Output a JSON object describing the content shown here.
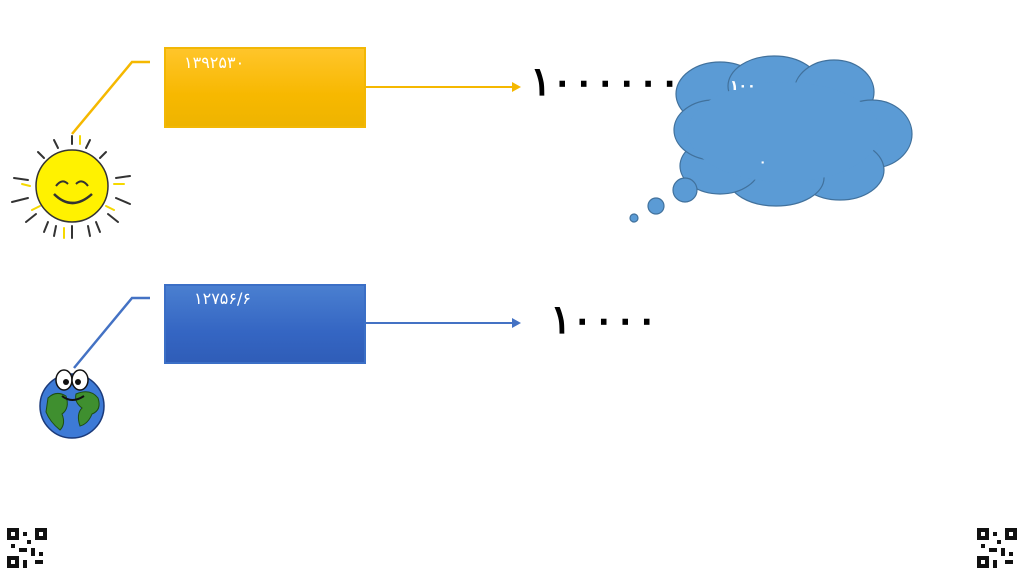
{
  "slide": {
    "sun_box": {
      "label": "۱۳۹۲۵۳۰",
      "color": "#f7b800"
    },
    "sun_value": "۱۰۰۰۰۰۰",
    "earth_box": {
      "label": "۱۲۷۵۶/۶",
      "color": "#3566c3"
    },
    "earth_value": "۱۰۰۰۰",
    "thought_cloud": {
      "line1": "۱۰۰",
      "line2": "۰",
      "color": "#5b9bd5"
    },
    "icons": {
      "sun": "sun-icon",
      "earth": "earth-icon",
      "qr_left": "qr-code-icon",
      "qr_right": "qr-code-icon"
    }
  }
}
